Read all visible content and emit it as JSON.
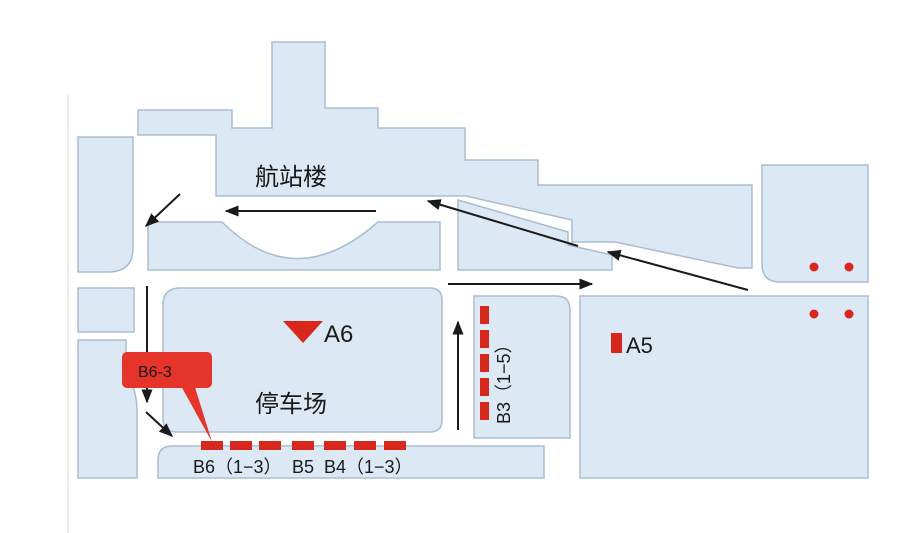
{
  "map": {
    "title": "",
    "colors": {
      "block_fill": "#dce8f4",
      "block_stroke": "#a9bdd1",
      "arrow": "#1a1a1a",
      "marker_red": "#d8281e",
      "callout_red": "#e5342a"
    },
    "areas": {
      "terminal": "航站楼",
      "parking": "停车场"
    },
    "markers": {
      "a6": "A6",
      "a5": "A5",
      "b3": "B3（1−5）",
      "b6": "B6（1−3）",
      "b5": "B5",
      "b4": "B4（1−3）"
    },
    "callout": {
      "label": "B6-3"
    },
    "icons": {
      "a6_marker": "red-triangle-down-icon",
      "a5_marker": "red-rect-icon",
      "stop_marker": "red-bar-icon",
      "dot_marker": "red-dot-icon"
    }
  }
}
